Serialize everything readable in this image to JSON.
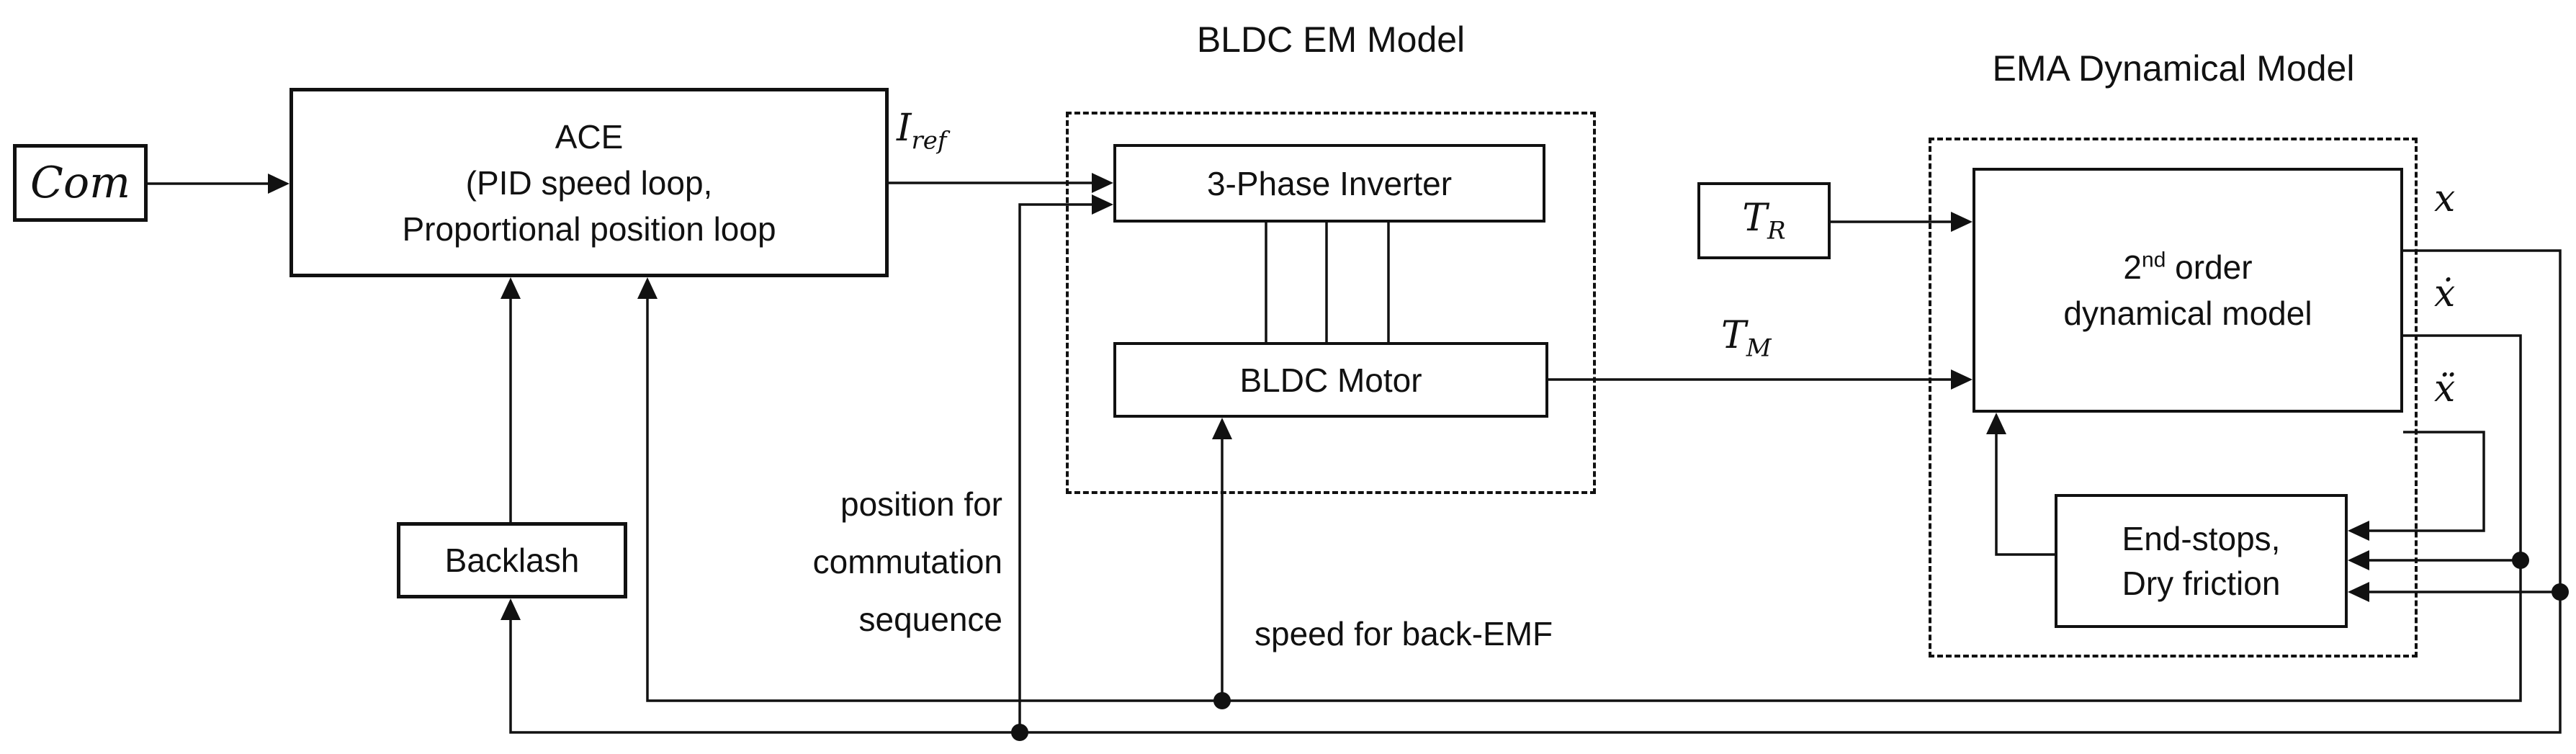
{
  "diagram": {
    "background_color": "#ffffff",
    "line_color": "#111111",
    "titles": {
      "bldc": "BLDC EM Model",
      "ema": "EMA Dynamical Model"
    },
    "blocks": {
      "com": {
        "label": "Com"
      },
      "ace": {
        "line1": "ACE",
        "line2": "(PID speed loop,",
        "line3": "Proportional position loop"
      },
      "backlash": {
        "label": "Backlash"
      },
      "inverter": {
        "label": "3-Phase Inverter"
      },
      "motor": {
        "label": "BLDC Motor"
      },
      "torque_ref": {
        "base": "T",
        "sub": "R"
      },
      "second_order": {
        "line1_base": "2",
        "line1_sup": "nd",
        "line1_rest": " order",
        "line2": "dynamical model"
      },
      "endstops": {
        "line1": "End-stops,",
        "line2": "Dry friction"
      }
    },
    "signals": {
      "iref": {
        "base": "I",
        "sub": "ref"
      },
      "tm": {
        "base": "T",
        "sub": "M"
      },
      "x": "x",
      "xdot": "ẋ",
      "xddot": "ẍ"
    },
    "annotations": {
      "position_line1": "position for",
      "position_line2": "commutation",
      "position_line3": "sequence",
      "speed": "speed for back-EMF"
    }
  }
}
